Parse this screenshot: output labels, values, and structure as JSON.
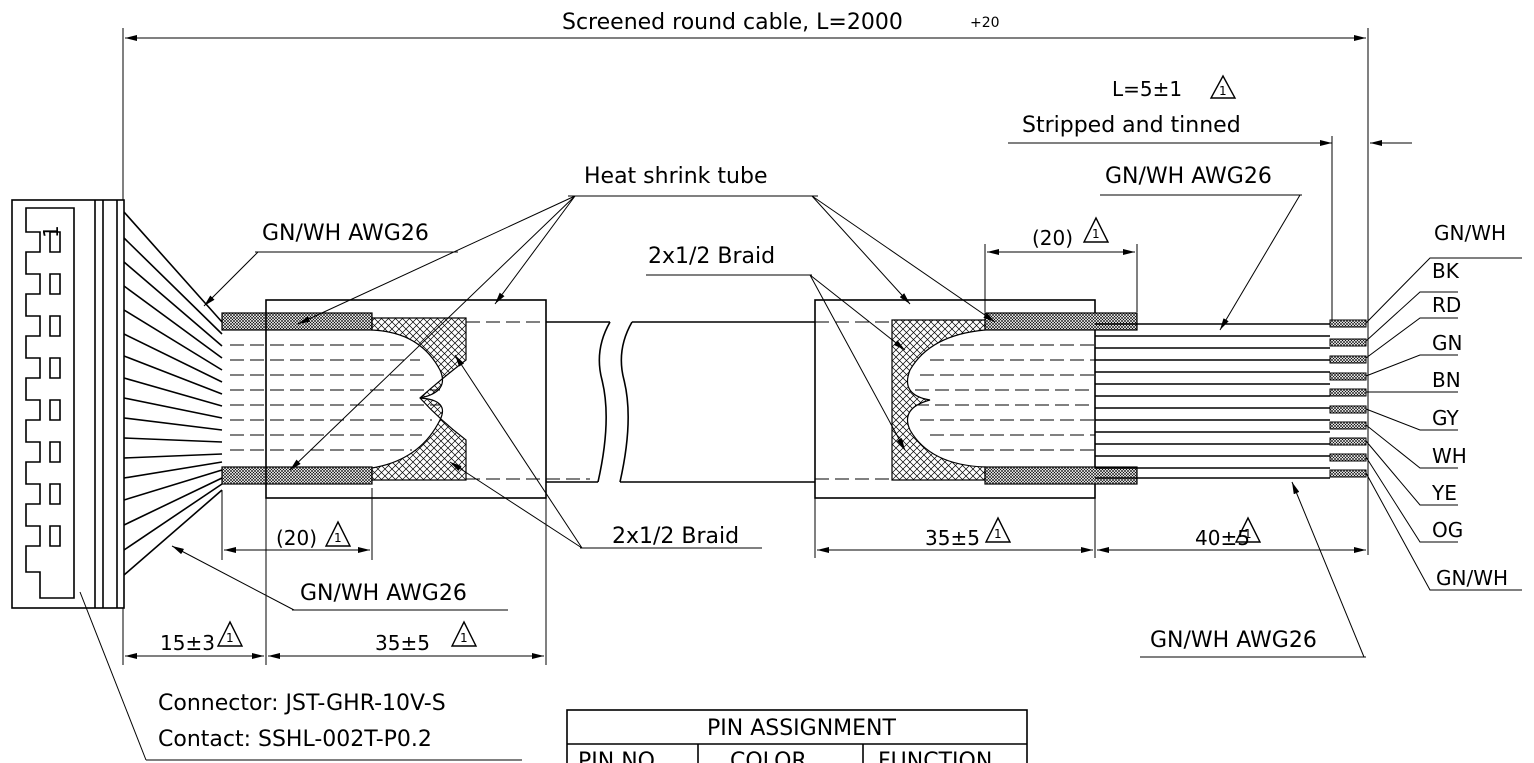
{
  "cable_label": "Screened round cable, L=2000",
  "cable_tolerance": "+20",
  "strip_length": "L=5±1",
  "strip_note": "Stripped and tinned",
  "heat_shrink": "Heat shrink tube",
  "braid_upper": "2x1/2 Braid",
  "braid_lower": "2x1/2 Braid",
  "wire_left_top": "GN/WH AWG26",
  "wire_left_bottom": "GN/WH  AWG26",
  "wire_right_top": "GN/WH AWG26",
  "wire_right_bottom": "GN/WH AWG26",
  "dim_braid_left": "(20)",
  "dim_braid_right": "(20)",
  "dim_left_tail": "15±3",
  "dim_left_tube": "35±5",
  "dim_right_tube": "35±5",
  "dim_right_tail": "40±5",
  "revision_mark": "1",
  "pin_one": "1",
  "wire_colors": [
    "GN/WH",
    "BK",
    "RD",
    "GN",
    "BN",
    "GY",
    "WH",
    "YE",
    "OG",
    "GN/WH"
  ],
  "connector": "Connector: JST-GHR-10V-S",
  "contact": "Contact: SSHL-002T-P0.2",
  "pin_table": {
    "title": "PIN ASSIGNMENT",
    "headers": [
      "PIN NO",
      "COLOR",
      "FUNCTION"
    ]
  }
}
